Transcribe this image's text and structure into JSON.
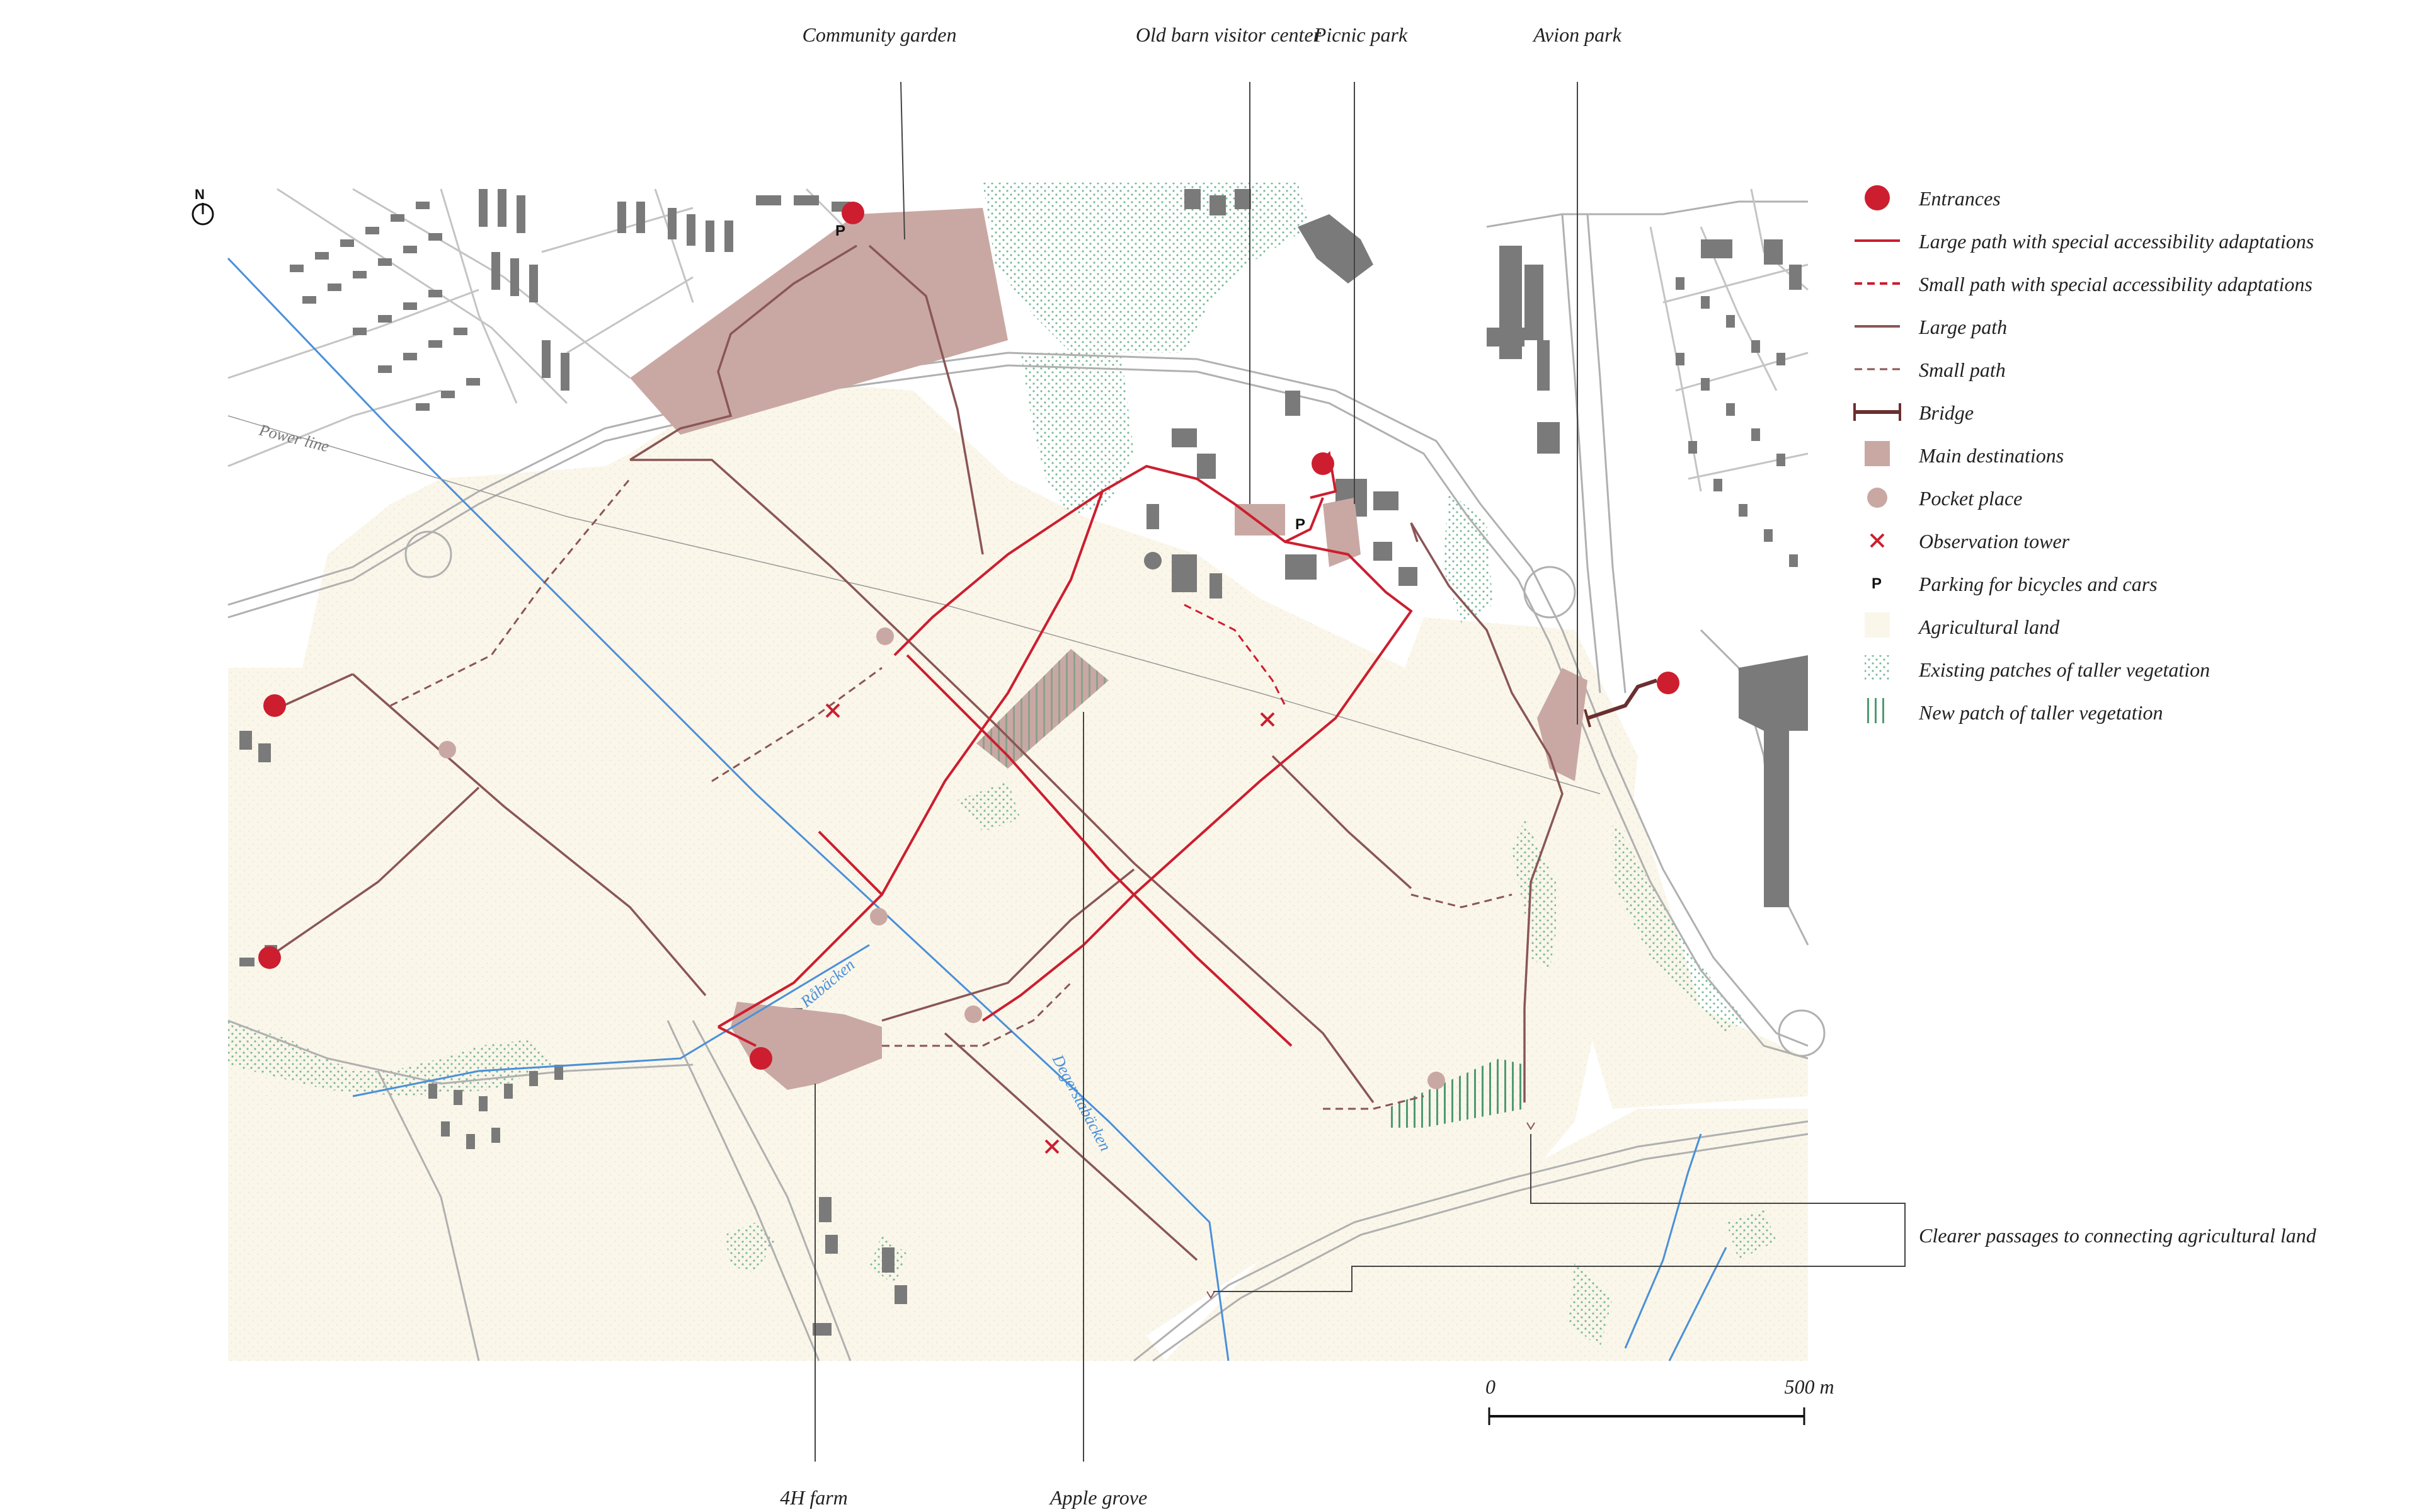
{
  "callouts": {
    "community_garden": "Community garden",
    "old_barn": "Old barn visitor center",
    "picnic_park": "Picnic park",
    "avion_park": "Avion park",
    "farm_4h": "4H farm",
    "apple_grove": "Apple grove",
    "clearer_passages": "Clearer passages to connecting agricultural land"
  },
  "map_labels": {
    "power_line": "Power line",
    "robacken": "Råbäcken",
    "degerstabacken": "Degerstabäcken",
    "parking_mark": "P"
  },
  "north": {
    "letter": "N"
  },
  "scale": {
    "start": "0",
    "end": "500 m"
  },
  "legend": {
    "entrances": "Entrances",
    "large_path_access": "Large path with special accessibility adaptations",
    "small_path_access": "Small path with special accessibility adaptations",
    "large_path": "Large path",
    "small_path": "Small path",
    "bridge": "Bridge",
    "main_destinations": "Main destinations",
    "pocket_place": "Pocket place",
    "observation_tower": "Observation tower",
    "parking": "Parking for bicycles and cars",
    "agricultural_land": "Agricultural land",
    "existing_vegetation": "Existing patches of taller vegetation",
    "new_vegetation": "New patch of taller vegetation"
  },
  "colors": {
    "entrance_red": "#cc1e2f",
    "access_path_red": "#cc1e2f",
    "path_brown": "#8a5655",
    "bridge_brown": "#6b2f30",
    "destination_fill": "#c9a8a3",
    "agricultural_fill": "#faf6ea",
    "vegetation_green": "#79b99b",
    "building_gray": "#7a7a7a",
    "water_blue": "#4a90d9"
  }
}
